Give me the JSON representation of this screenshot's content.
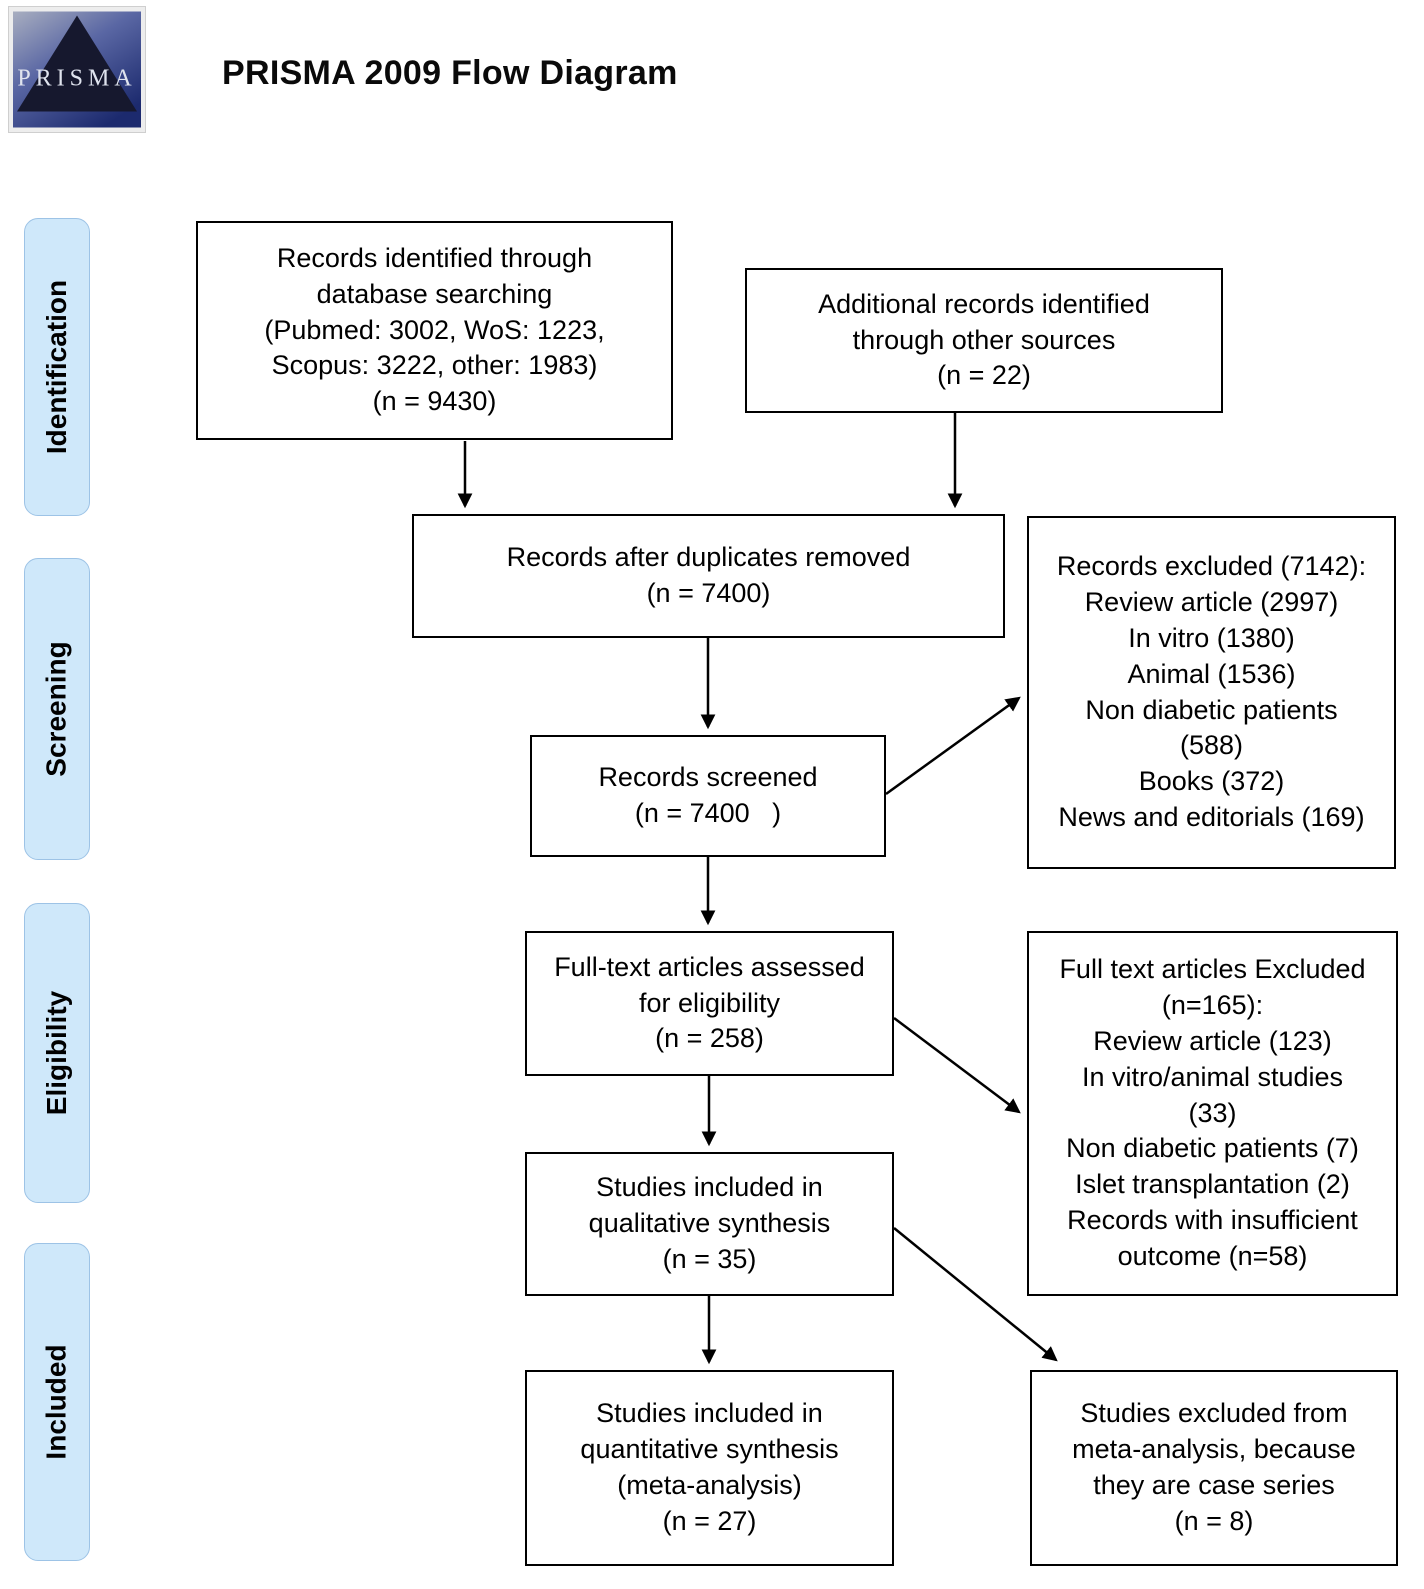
{
  "header": {
    "title": "PRISMA 2009 Flow Diagram",
    "logo_text": "PRISMA"
  },
  "phases": [
    {
      "label": "Identification"
    },
    {
      "label": "Screening"
    },
    {
      "label": "Eligibility"
    },
    {
      "label": "Included"
    }
  ],
  "boxes": {
    "records_identified": "Records identified through\ndatabase searching\n(Pubmed: 3002, WoS: 1223,\nScopus: 3222, other: 1983)\n(n = 9430)",
    "additional_records": "Additional records identified\nthrough other sources\n(n = 22)",
    "duplicates_removed": "Records after duplicates removed\n(n = 7400)",
    "records_screened": "Records screened\n(n = 7400   )",
    "records_excluded": "Records excluded (7142):\nReview article (2997)\nIn vitro (1380)\nAnimal (1536)\nNon diabetic patients\n(588)\nBooks (372)\nNews and editorials (169)",
    "fulltext_assessed": "Full-text articles assessed\nfor eligibility\n(n = 258)",
    "fulltext_excluded": "Full text articles Excluded\n(n=165):\nReview article (123)\nIn vitro/animal studies\n(33)\nNon diabetic patients (7)\nIslet transplantation (2)\nRecords with insufficient\noutcome (n=58)",
    "qualitative_synthesis": "Studies included in\nqualitative synthesis\n(n = 35)",
    "quantitative_synthesis": "Studies included in\nquantitative synthesis\n(meta-analysis)\n(n = 27)",
    "excluded_meta_analysis": "Studies excluded from\nmeta-analysis, because\nthey are case series\n(n = 8)"
  }
}
